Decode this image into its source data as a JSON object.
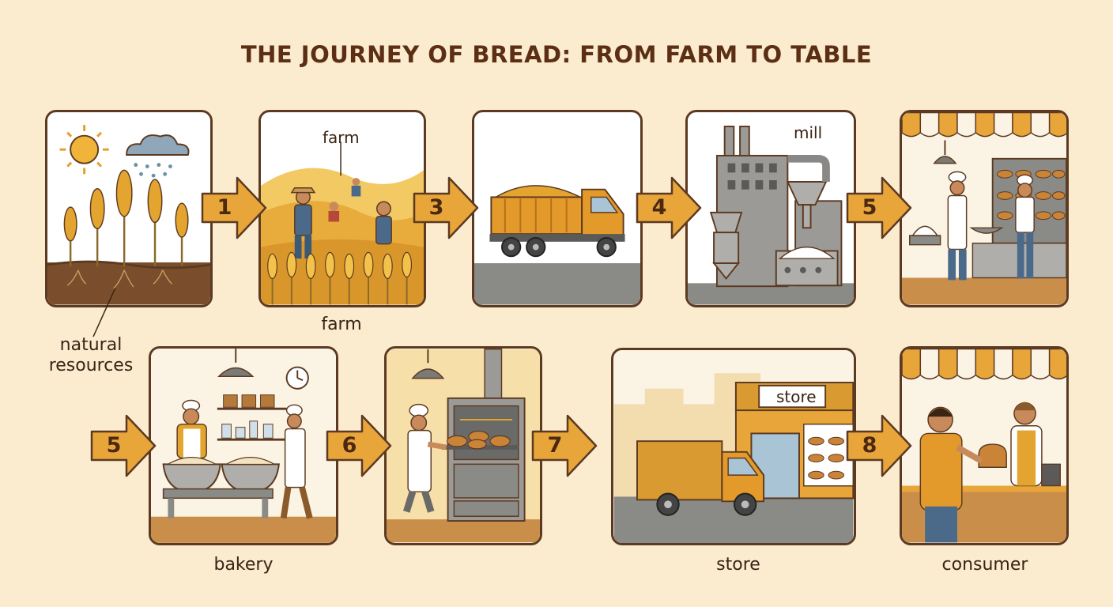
{
  "title": "THE JOURNEY OF BREAD: FROM FARM TO TABLE",
  "colors": {
    "background": "#fbecd0",
    "arrow": "#e8a53a",
    "outline": "#5c3a22",
    "wheat": "#e3a52f",
    "soil": "#7a4e2c"
  },
  "steps": [
    "1",
    "3",
    "4",
    "5",
    "5",
    "6",
    "7",
    "8"
  ],
  "labels": {
    "natural_resources_1": "natural",
    "natural_resources_2": "resources",
    "farm_top": "farm",
    "farm_bottom": "farm",
    "mill": "mill",
    "bakery": "bakery",
    "store": "store",
    "store_sign": "store",
    "consumer": "consumer"
  }
}
